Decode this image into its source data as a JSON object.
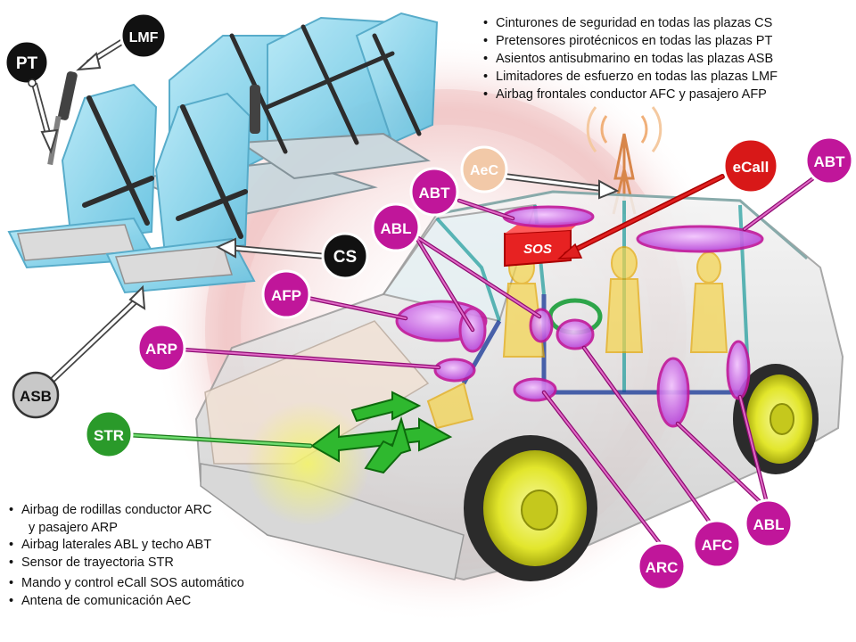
{
  "top_bullets": [
    "Cinturones de seguridad en todas las plazas CS",
    "Pretensores pirotécnicos en todas las plazas PT",
    "Asientos antisubmarino en todas las plazas ASB",
    "Limitadores de esfuerzo en todas las plazas LMF",
    "Airbag frontales conductor AFC y pasajero AFP"
  ],
  "bottom_bullets": [
    "Airbag de rodillas conductor ARC",
    "y pasajero ARP",
    "Airbag laterales ABL y techo ABT",
    "Sensor de trayectoria STR",
    "Mando y control eCall SOS automático",
    "Antena de comunicación AeC"
  ],
  "badges": {
    "pt": "PT",
    "lmf": "LMF",
    "cs": "CS",
    "asb": "ASB",
    "aec": "AeC",
    "ecall": "eCall",
    "abt_left": "ABT",
    "abt_right": "ABT",
    "abl_left": "ABL",
    "abl_right": "ABL",
    "afp": "AFP",
    "arp": "ARP",
    "str": "STR",
    "arc": "ARC",
    "afc": "AFC"
  },
  "sos_label": "SOS",
  "colors": {
    "magenta": "#c0169a",
    "airbag_fill": "#d77cf0",
    "black_badge": "#111111",
    "grey_badge": "#c8c8c8",
    "green_badge": "#2a9a2a",
    "red_badge": "#d81818",
    "aec_badge": "#f2c9a8",
    "seat_blue": "#7fd3ec",
    "wheel_yellow": "#e8ec3a",
    "background_ring": "#f1c7c7"
  },
  "icons": {
    "antenna": "antenna-icon",
    "sos_panel": "sos-panel-icon",
    "direction_arrows": "direction-arrows-icon"
  }
}
